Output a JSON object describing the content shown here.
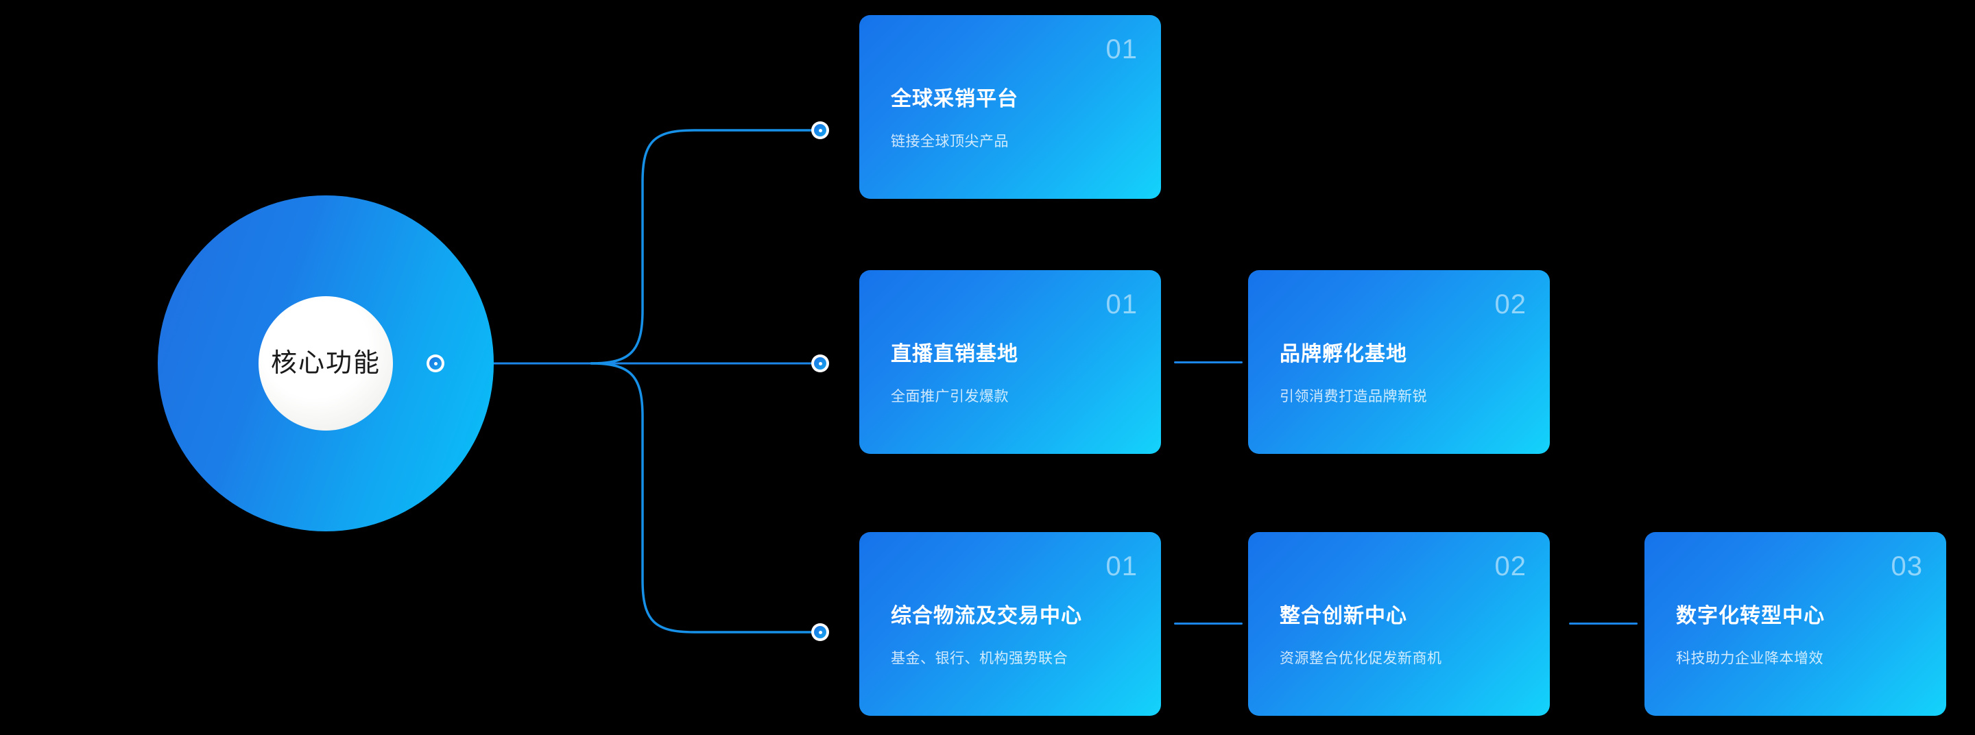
{
  "hub": {
    "label": "核心功能",
    "dot_name": "hub-connector-dot"
  },
  "colors": {
    "background": "#000000",
    "hub_gradient_start": "#1f6fe0",
    "hub_gradient_end": "#09c2f9",
    "card_gradient_start": "#1673ea",
    "card_gradient_end": "#14d3fb",
    "link_line": "#1b86e8",
    "node_dot_ring": "#ffffff",
    "card_number": "rgba(255,255,255,0.52)",
    "card_subtitle": "rgba(255,255,255,0.80)"
  },
  "branches": [
    {
      "branch_name": "branch-global-procurement",
      "cards": [
        {
          "number": "01",
          "title": "全球采销平台",
          "subtitle": "链接全球顶尖产品"
        }
      ]
    },
    {
      "branch_name": "branch-livestream-brand",
      "cards": [
        {
          "number": "01",
          "title": "直播直销基地",
          "subtitle": "全面推广引发爆款"
        },
        {
          "number": "02",
          "title": "品牌孵化基地",
          "subtitle": "引领消费打造品牌新锐"
        }
      ]
    },
    {
      "branch_name": "branch-logistics-innovation-digital",
      "cards": [
        {
          "number": "01",
          "title": "综合物流及交易中心",
          "subtitle": "基金、银行、机构强势联合"
        },
        {
          "number": "02",
          "title": "整合创新中心",
          "subtitle": "资源整合优化促发新商机"
        },
        {
          "number": "03",
          "title": "数字化转型中心",
          "subtitle": "科技助力企业降本增效"
        }
      ]
    }
  ]
}
